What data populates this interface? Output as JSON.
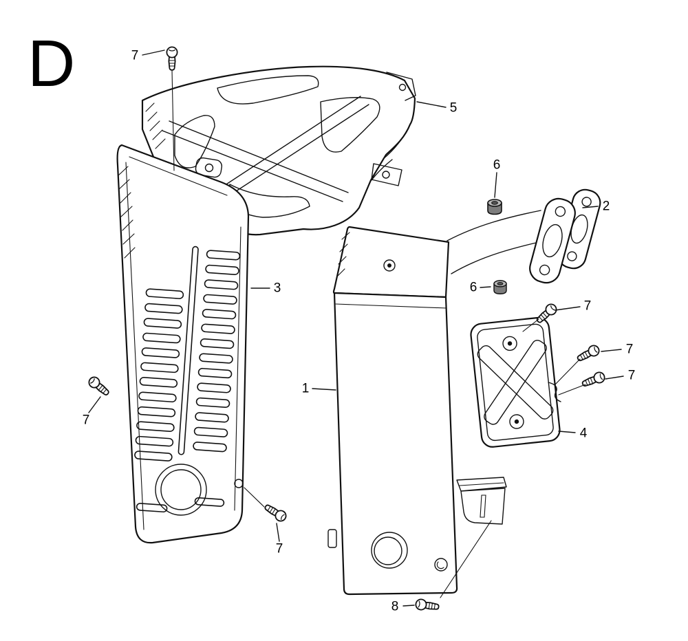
{
  "figure": {
    "section_label": "D",
    "line_color": "#111111",
    "callouts": [
      "7",
      "5",
      "6",
      "2",
      "3",
      "6",
      "7",
      "7",
      "7",
      "1",
      "7",
      "4",
      "7",
      "8"
    ]
  }
}
